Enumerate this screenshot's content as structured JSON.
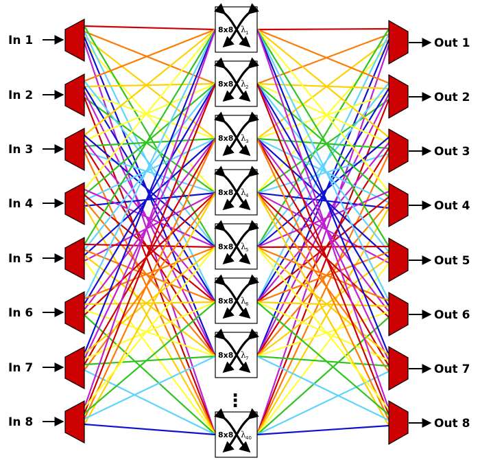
{
  "inputs": [
    "In 1",
    "In 2",
    "In 3",
    "In 4",
    "In 5",
    "In 6",
    "In 7",
    "In 8"
  ],
  "outputs": [
    "Out 1",
    "Out 2",
    "Out 3",
    "Out 4",
    "Out 5",
    "Out 6",
    "Out 7",
    "Out 8"
  ],
  "switches": [
    {
      "size": "8x8",
      "lambda": "λ",
      "sub": "1"
    },
    {
      "size": "8x8",
      "lambda": "λ",
      "sub": "2"
    },
    {
      "size": "8x8",
      "lambda": "λ",
      "sub": "3"
    },
    {
      "size": "8x8",
      "lambda": "λ",
      "sub": "4"
    },
    {
      "size": "8x8",
      "lambda": "λ",
      "sub": "5"
    },
    {
      "size": "8x8",
      "lambda": "λ",
      "sub": "6"
    },
    {
      "size": "8x8",
      "lambda": "λ",
      "sub": "7"
    },
    {
      "size": "8x8",
      "lambda": "λ",
      "sub": "40"
    }
  ],
  "ellipsis": "⋮",
  "colors": {
    "demux_fill": "#cc0000",
    "wavelength_lines": [
      "#cc0000",
      "#ff7a00",
      "#ffd000",
      "#ffff33",
      "#2fc41f",
      "#5fd3ff",
      "#1010d0",
      "#c020d0"
    ]
  }
}
